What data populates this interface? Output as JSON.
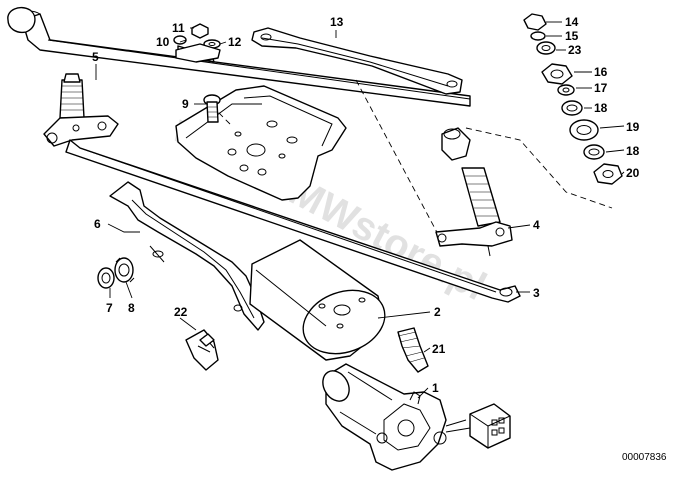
{
  "diagram": {
    "watermark": "www.BMWstore.pl",
    "catalog_number": "00007836",
    "callouts": {
      "c1": "1",
      "c2": "2",
      "c3": "3",
      "c4": "4",
      "c5": "5",
      "c6": "6",
      "c7": "7",
      "c8": "8",
      "c9": "9",
      "c10": "10",
      "c11": "11",
      "c12": "12",
      "c13": "13",
      "c14": "14",
      "c15": "15",
      "c16": "16",
      "c17": "17",
      "c18a": "18",
      "c18b": "18",
      "c19": "19",
      "c20": "20",
      "c21": "21",
      "c22": "22",
      "c23": "23"
    }
  }
}
